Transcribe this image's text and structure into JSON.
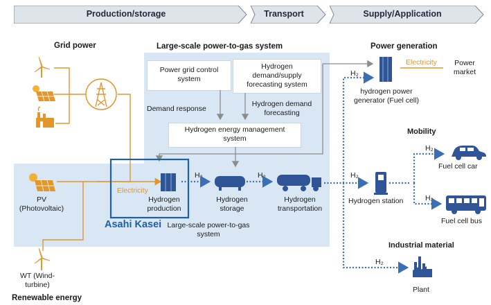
{
  "colors": {
    "header_fill": "#dfe3ea",
    "system_bg": "#d9e7f4",
    "orange": "#e3962c",
    "blue_icon": "#2f5597",
    "asahi_blue": "#1f5fa8",
    "dotted_blue": "#3b6fb3",
    "gray_arrow": "#8c8c8c"
  },
  "header": {
    "production": "Production/storage",
    "transport": "Transport",
    "supply": "Supply/Application"
  },
  "grid_power": {
    "title": "Grid power"
  },
  "system": {
    "title": "Large-scale power-to-gas system",
    "grid_control": "Power grid control system",
    "forecasting": "Hydrogen demand/supply forecasting system",
    "demand_response": "Demand response",
    "demand_forecasting": "Hydrogen demand forecasting",
    "hems": "Hydrogen energy management system"
  },
  "flow": {
    "electricity": "Electricity",
    "h2": "H₂",
    "production": "Hydrogen production",
    "storage": "Hydrogen storage",
    "transportation": "Hydrogen transportation"
  },
  "renewable": {
    "pv": "PV (Photovoltaic)",
    "wt": "WT (Wind-turbine)",
    "title": "Renewable energy"
  },
  "asahi": {
    "name": "Asahi Kasei",
    "caption": "Large-scale power-to-gas system"
  },
  "power_generation": {
    "title": "Power generation",
    "generator": "hydrogen power generator (Fuel cell)",
    "electricity": "Electricity",
    "market": "Power market"
  },
  "mobility": {
    "title": "Mobility",
    "station": "Hydrogen station",
    "car": "Fuel cell car",
    "bus": "Fuel cell bus"
  },
  "industrial": {
    "title": "Industrial material",
    "plant": "Plant"
  }
}
